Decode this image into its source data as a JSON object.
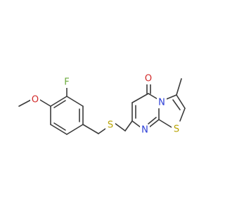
{
  "atoms": {
    "F": {
      "label": "F",
      "color": "#6aaa3a"
    },
    "O_methoxy": {
      "label": "O",
      "color": "#d22a2a"
    },
    "S_thioether": {
      "label": "S",
      "color": "#b8a300"
    },
    "O_carbonyl": {
      "label": "O",
      "color": "#d22a2a"
    },
    "N_ring": {
      "label": "N",
      "color": "#2a3cd6"
    },
    "N_bridge": {
      "label": "N",
      "color": "#2a3cd6"
    },
    "S_ring": {
      "label": "S",
      "color": "#b8a300"
    }
  }
}
